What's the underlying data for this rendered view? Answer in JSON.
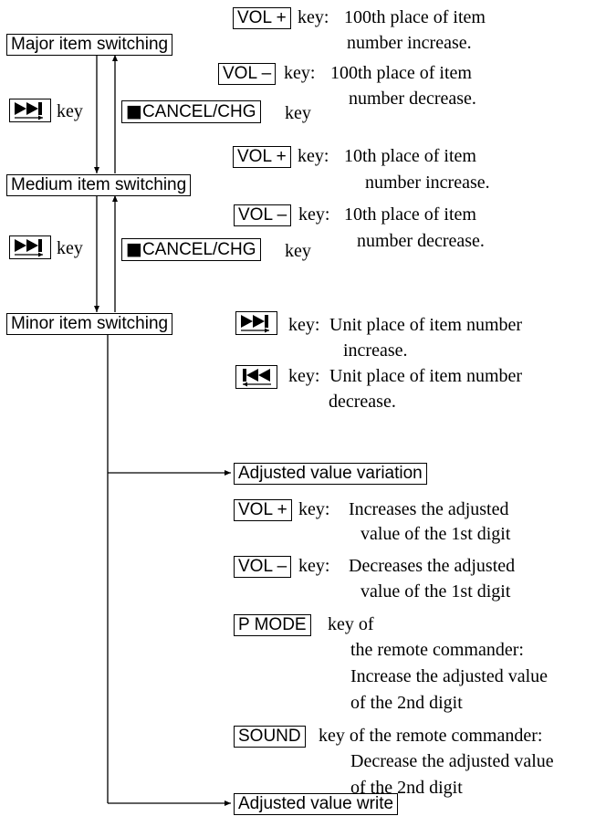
{
  "flow": {
    "major": "Major item switching",
    "medium": "Medium item switching",
    "minor": "Minor item switching",
    "adj_variation": "Adjusted value variation",
    "adj_write": "Adjusted value write"
  },
  "common": {
    "key_word": "key",
    "key_colon": "key:",
    "vol_plus": "VOL +",
    "vol_minus": "VOL –",
    "cancel": "CANCEL/CHG",
    "stop_symbol": "■"
  },
  "major_keys": {
    "plus_desc_1": "100th place of item",
    "plus_desc_2": "number increase.",
    "minus_desc_1": "100th place of item",
    "minus_desc_2": "number decrease."
  },
  "medium_keys": {
    "plus_desc_1": "10th place of item",
    "plus_desc_2": "number increase.",
    "minus_desc_1": "10th place of item",
    "minus_desc_2": "number decrease."
  },
  "minor_keys": {
    "next_desc_1": "Unit place of item number",
    "next_desc_2": "increase.",
    "prev_desc_1": "Unit place of item number",
    "prev_desc_2": "decrease."
  },
  "adjust_keys": {
    "vplus_desc_1": "Increases the adjusted",
    "vplus_desc_2": "value of the 1st digit",
    "vminus_desc_1": "Decreases the adjusted",
    "vminus_desc_2": "value of the 1st digit",
    "pmode": "P MODE",
    "pmode_suffix": "key of",
    "pmode_desc_1": "the remote commander:",
    "pmode_desc_2": "Increase the adjusted value",
    "pmode_desc_3": "of the 2nd digit",
    "sound": "SOUND",
    "sound_suffix": "key of the remote commander:",
    "sound_desc_1": "Decrease the adjusted value",
    "sound_desc_2": "of the 2nd digit"
  },
  "icons": {
    "next": "next-track-icon",
    "prev": "previous-track-icon",
    "stop": "stop-icon"
  }
}
